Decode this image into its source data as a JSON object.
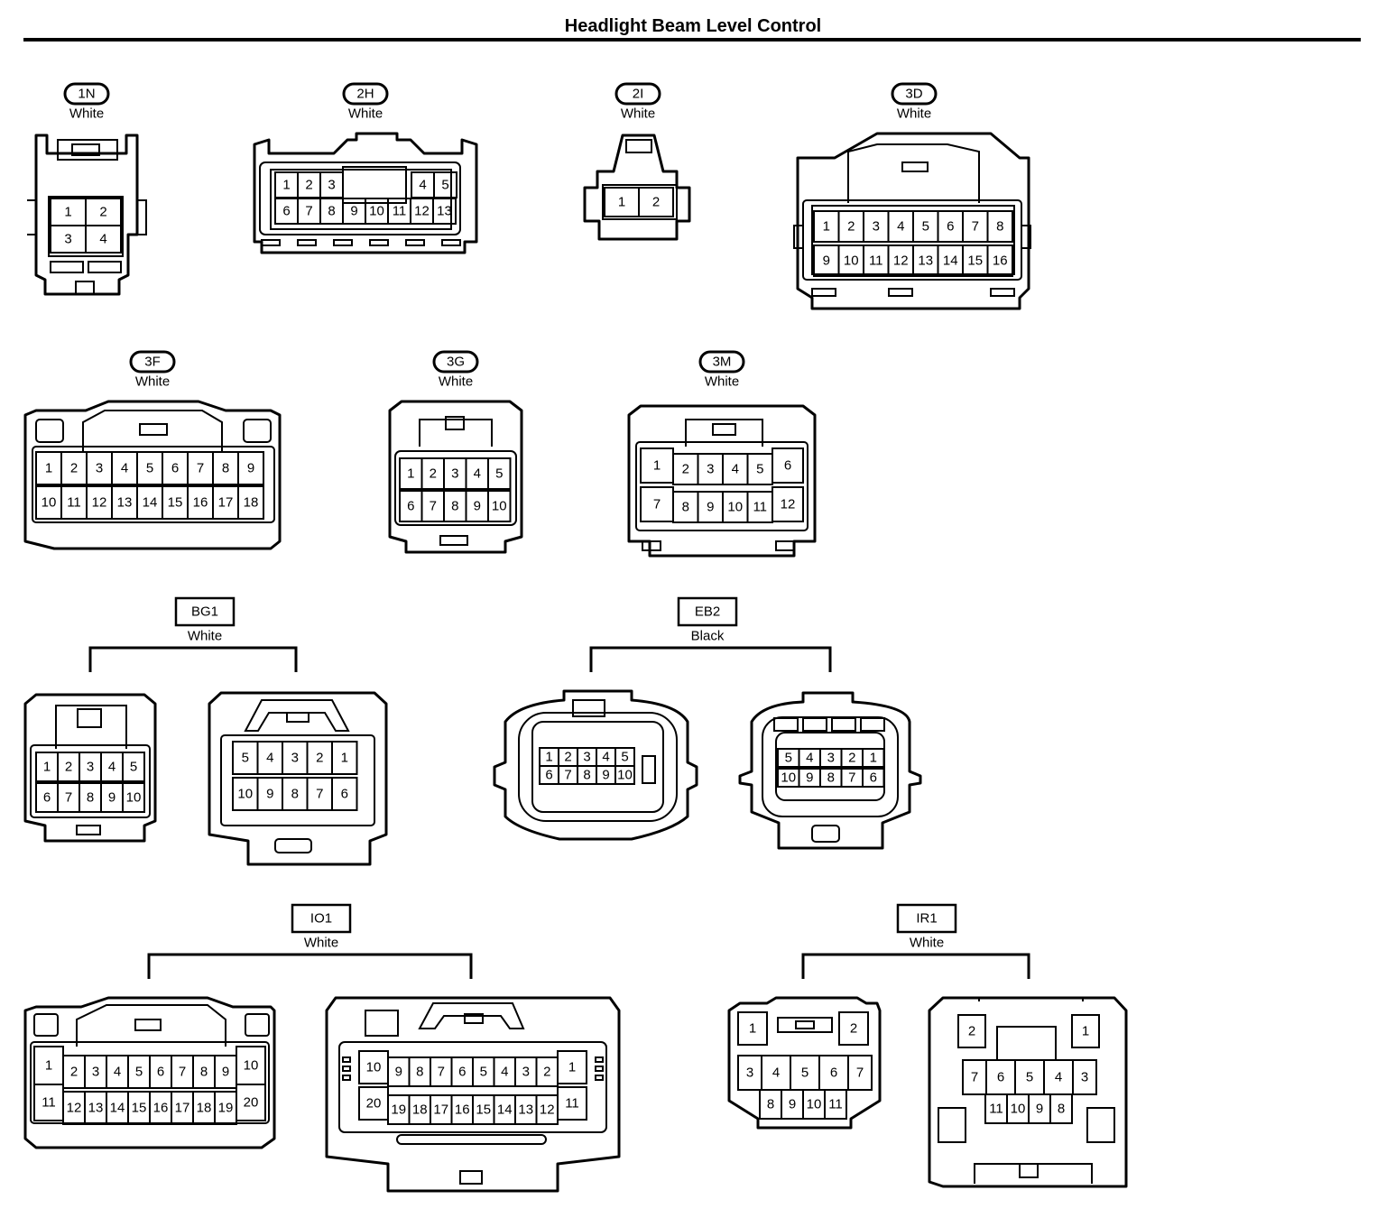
{
  "title": "Headlight Beam Level Control",
  "connectors": [
    {
      "id": "1N",
      "color": "White",
      "tag": "oval",
      "views": [
        {
          "rows": [
            [
              "1",
              "2"
            ],
            [
              "3",
              "4"
            ]
          ]
        }
      ]
    },
    {
      "id": "2H",
      "color": "White",
      "tag": "oval",
      "views": [
        {
          "rows": [
            [
              "1",
              "2",
              "3",
              "4",
              "5"
            ],
            [
              "6",
              "7",
              "8",
              "9",
              "10",
              "11",
              "12",
              "13"
            ]
          ]
        }
      ]
    },
    {
      "id": "2I",
      "color": "White",
      "tag": "oval",
      "views": [
        {
          "rows": [
            [
              "1",
              "2"
            ]
          ]
        }
      ]
    },
    {
      "id": "3D",
      "color": "White",
      "tag": "oval",
      "views": [
        {
          "rows": [
            [
              "1",
              "2",
              "3",
              "4",
              "5",
              "6",
              "7",
              "8"
            ],
            [
              "9",
              "10",
              "11",
              "12",
              "13",
              "14",
              "15",
              "16"
            ]
          ]
        }
      ]
    },
    {
      "id": "3F",
      "color": "White",
      "tag": "oval",
      "views": [
        {
          "rows": [
            [
              "1",
              "2",
              "3",
              "4",
              "5",
              "6",
              "7",
              "8",
              "9"
            ],
            [
              "10",
              "11",
              "12",
              "13",
              "14",
              "15",
              "16",
              "17",
              "18"
            ]
          ]
        }
      ]
    },
    {
      "id": "3G",
      "color": "White",
      "tag": "oval",
      "views": [
        {
          "rows": [
            [
              "1",
              "2",
              "3",
              "4",
              "5"
            ],
            [
              "6",
              "7",
              "8",
              "9",
              "10"
            ]
          ]
        }
      ]
    },
    {
      "id": "3M",
      "color": "White",
      "tag": "oval",
      "views": [
        {
          "rows": [
            [
              "1",
              "2",
              "3",
              "4",
              "5",
              "6"
            ],
            [
              "7",
              "8",
              "9",
              "10",
              "11",
              "12"
            ]
          ]
        }
      ]
    },
    {
      "id": "BG1",
      "color": "White",
      "tag": "box",
      "views": [
        {
          "rows": [
            [
              "1",
              "2",
              "3",
              "4",
              "5"
            ],
            [
              "6",
              "7",
              "8",
              "9",
              "10"
            ]
          ]
        },
        {
          "rows": [
            [
              "5",
              "4",
              "3",
              "2",
              "1"
            ],
            [
              "10",
              "9",
              "8",
              "7",
              "6"
            ]
          ]
        }
      ]
    },
    {
      "id": "EB2",
      "color": "Black",
      "tag": "box",
      "views": [
        {
          "rows": [
            [
              "1",
              "2",
              "3",
              "4",
              "5"
            ],
            [
              "6",
              "7",
              "8",
              "9",
              "10"
            ]
          ]
        },
        {
          "rows": [
            [
              "5",
              "4",
              "3",
              "2",
              "1"
            ],
            [
              "10",
              "9",
              "8",
              "7",
              "6"
            ]
          ]
        }
      ]
    },
    {
      "id": "IO1",
      "color": "White",
      "tag": "box",
      "views": [
        {
          "rows": [
            [
              "1",
              "2",
              "3",
              "4",
              "5",
              "6",
              "7",
              "8",
              "9",
              "10"
            ],
            [
              "11",
              "12",
              "13",
              "14",
              "15",
              "16",
              "17",
              "18",
              "19",
              "20"
            ]
          ]
        },
        {
          "rows": [
            [
              "10",
              "9",
              "8",
              "7",
              "6",
              "5",
              "4",
              "3",
              "2",
              "1"
            ],
            [
              "20",
              "19",
              "18",
              "17",
              "16",
              "15",
              "14",
              "13",
              "12",
              "11"
            ]
          ]
        }
      ]
    },
    {
      "id": "IR1",
      "color": "White",
      "tag": "box",
      "views": [
        {
          "rows": [
            [
              "1",
              "2"
            ],
            [
              "3",
              "4",
              "5",
              "6",
              "7"
            ],
            [
              "8",
              "9",
              "10",
              "11"
            ]
          ]
        },
        {
          "rows": [
            [
              "2",
              "1"
            ],
            [
              "7",
              "6",
              "5",
              "4",
              "3"
            ],
            [
              "11",
              "10",
              "9",
              "8"
            ]
          ]
        }
      ]
    }
  ]
}
